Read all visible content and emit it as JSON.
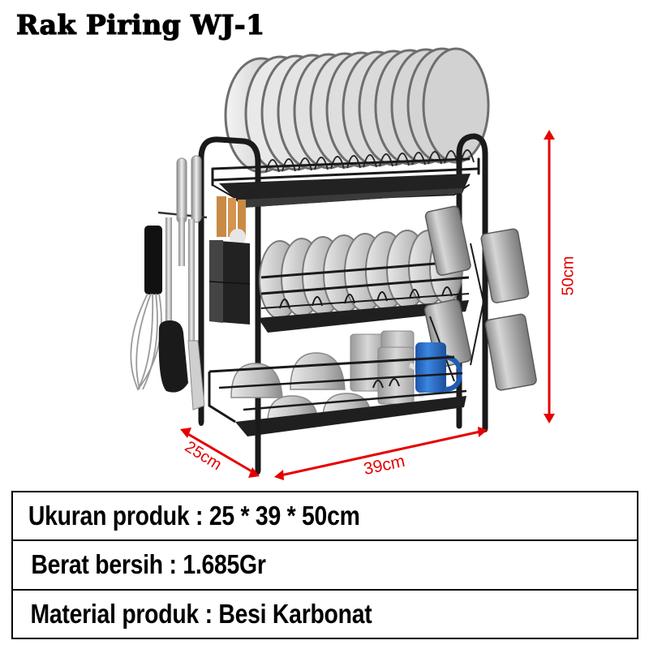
{
  "title": "Rak Piring WJ-1",
  "dimensions": {
    "height_label": "50cm",
    "depth_label": "25cm",
    "width_label": "39cm",
    "arrow_color": "#e60000"
  },
  "product_image": {
    "description": "3-tier black metal dish rack with plates, bowls, cups, mugs, utensil holder and hanging kitchen tools",
    "accent_mug_color": "#2a6fc9",
    "frame_color": "#1a1a1a"
  },
  "specs": [
    {
      "label": "Ukuran produk",
      "value": "25 * 39 * 50cm",
      "text": "Ukuran produk : 25 * 39 * 50cm"
    },
    {
      "label": "Berat bersih",
      "value": "1.685Gr",
      "text": "Berat bersih : 1.685Gr"
    },
    {
      "label": "Material produk",
      "value": "Besi Karbonat",
      "text": "Material produk : Besi Karbonat"
    }
  ]
}
